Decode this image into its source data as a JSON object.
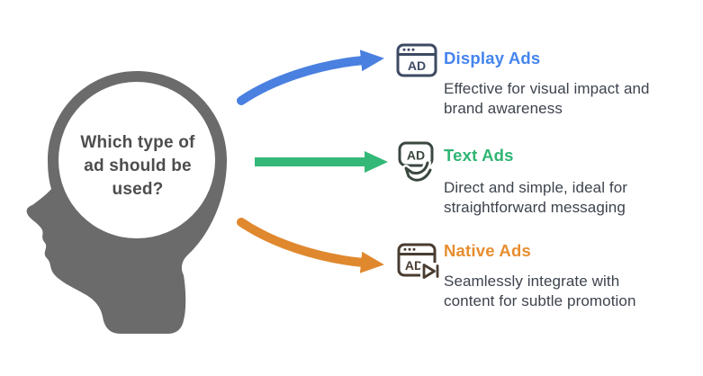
{
  "background_color": "#ffffff",
  "head": {
    "question": "Which type of ad should be used?",
    "silhouette_color": "#6b6b6b",
    "bubble_color": "#ffffff",
    "text_color": "#4d4d4d"
  },
  "items": [
    {
      "title": "Display Ads",
      "description": "Effective for visual impact and brand awareness",
      "title_color": "#4584ee",
      "arrow_color": "#4a80e0",
      "icon_name": "display-ads-browser-window-icon",
      "icon_label": "AD",
      "icon_color": "#3d4a63"
    },
    {
      "title": "Text Ads",
      "description": "Direct and simple, ideal for straightforward messaging",
      "title_color": "#2eb573",
      "arrow_color": "#34b878",
      "icon_name": "text-ads-click-icon",
      "icon_label": "AD",
      "icon_color": "#3a473f"
    },
    {
      "title": "Native Ads",
      "description": "Seamlessly integrate with content for subtle promotion",
      "title_color": "#e78d2f",
      "arrow_color": "#e0882e",
      "icon_name": "native-ads-play-window-icon",
      "icon_label": "AD",
      "icon_color": "#493c31"
    }
  ]
}
